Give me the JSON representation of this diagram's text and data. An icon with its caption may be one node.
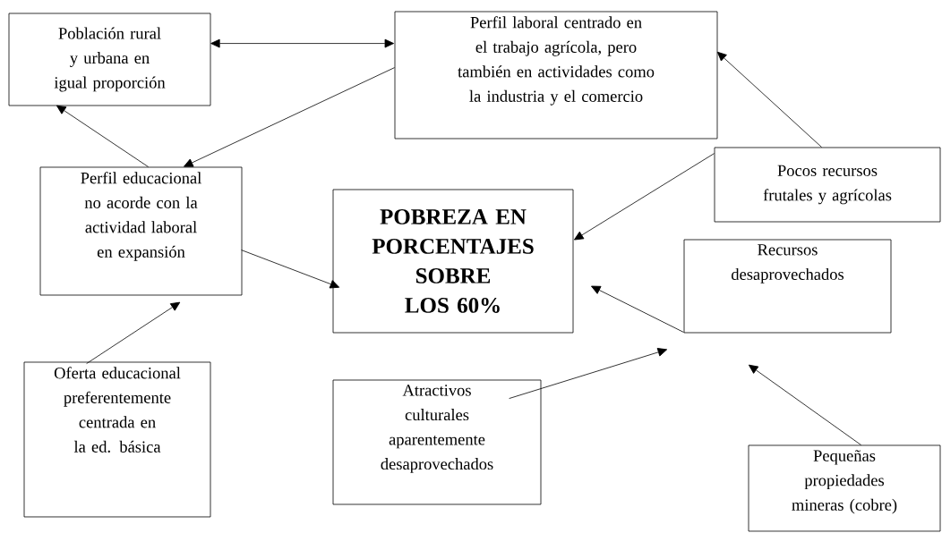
{
  "diagram": {
    "nodes": [
      {
        "text": [
          "Población rural y urbana en igual proporción"
        ]
      },
      {
        "text": [
          "Perfil laboral centrado en el trabajo agrícola, pero también en actividades como la industria y el comercio"
        ]
      },
      {
        "text": [
          "Perfil educacional no acorde con la actividad laboral en expansión"
        ]
      },
      {
        "text": [
          "POBREZA EN PORCENTAJES SOBRE LOS 60%"
        ]
      },
      {
        "text": [
          "Pocos recursos frutales y agrícolas"
        ]
      },
      {
        "text": [
          "Recursos desaprovechados"
        ]
      },
      {
        "text": [
          "Oferta educacional preferentemente centrada en la ed. básica"
        ]
      },
      {
        "text": [
          "Atractivos culturales aparentemente desaprovechados"
        ]
      },
      {
        "text": [
          "Pequeñas propiedades mineras (cobre)"
        ]
      }
    ],
    "edges": [
      {
        "from": 0,
        "to": 1,
        "arrow": "both"
      },
      {
        "from": 1,
        "to": 2,
        "arrow": "to"
      },
      {
        "from": 2,
        "to": 0,
        "arrow": "to"
      },
      {
        "from": 4,
        "to": 1,
        "arrow": "to"
      },
      {
        "from": 4,
        "to": 3,
        "arrow": "to"
      },
      {
        "from": 2,
        "to": 3,
        "arrow": "to"
      },
      {
        "from": 6,
        "to": 2,
        "arrow": "to"
      },
      {
        "from": 5,
        "to": 3,
        "arrow": "to"
      },
      {
        "from": 7,
        "to": 5,
        "arrow": "to"
      },
      {
        "from": 8,
        "to": 5,
        "arrow": "to"
      }
    ]
  }
}
